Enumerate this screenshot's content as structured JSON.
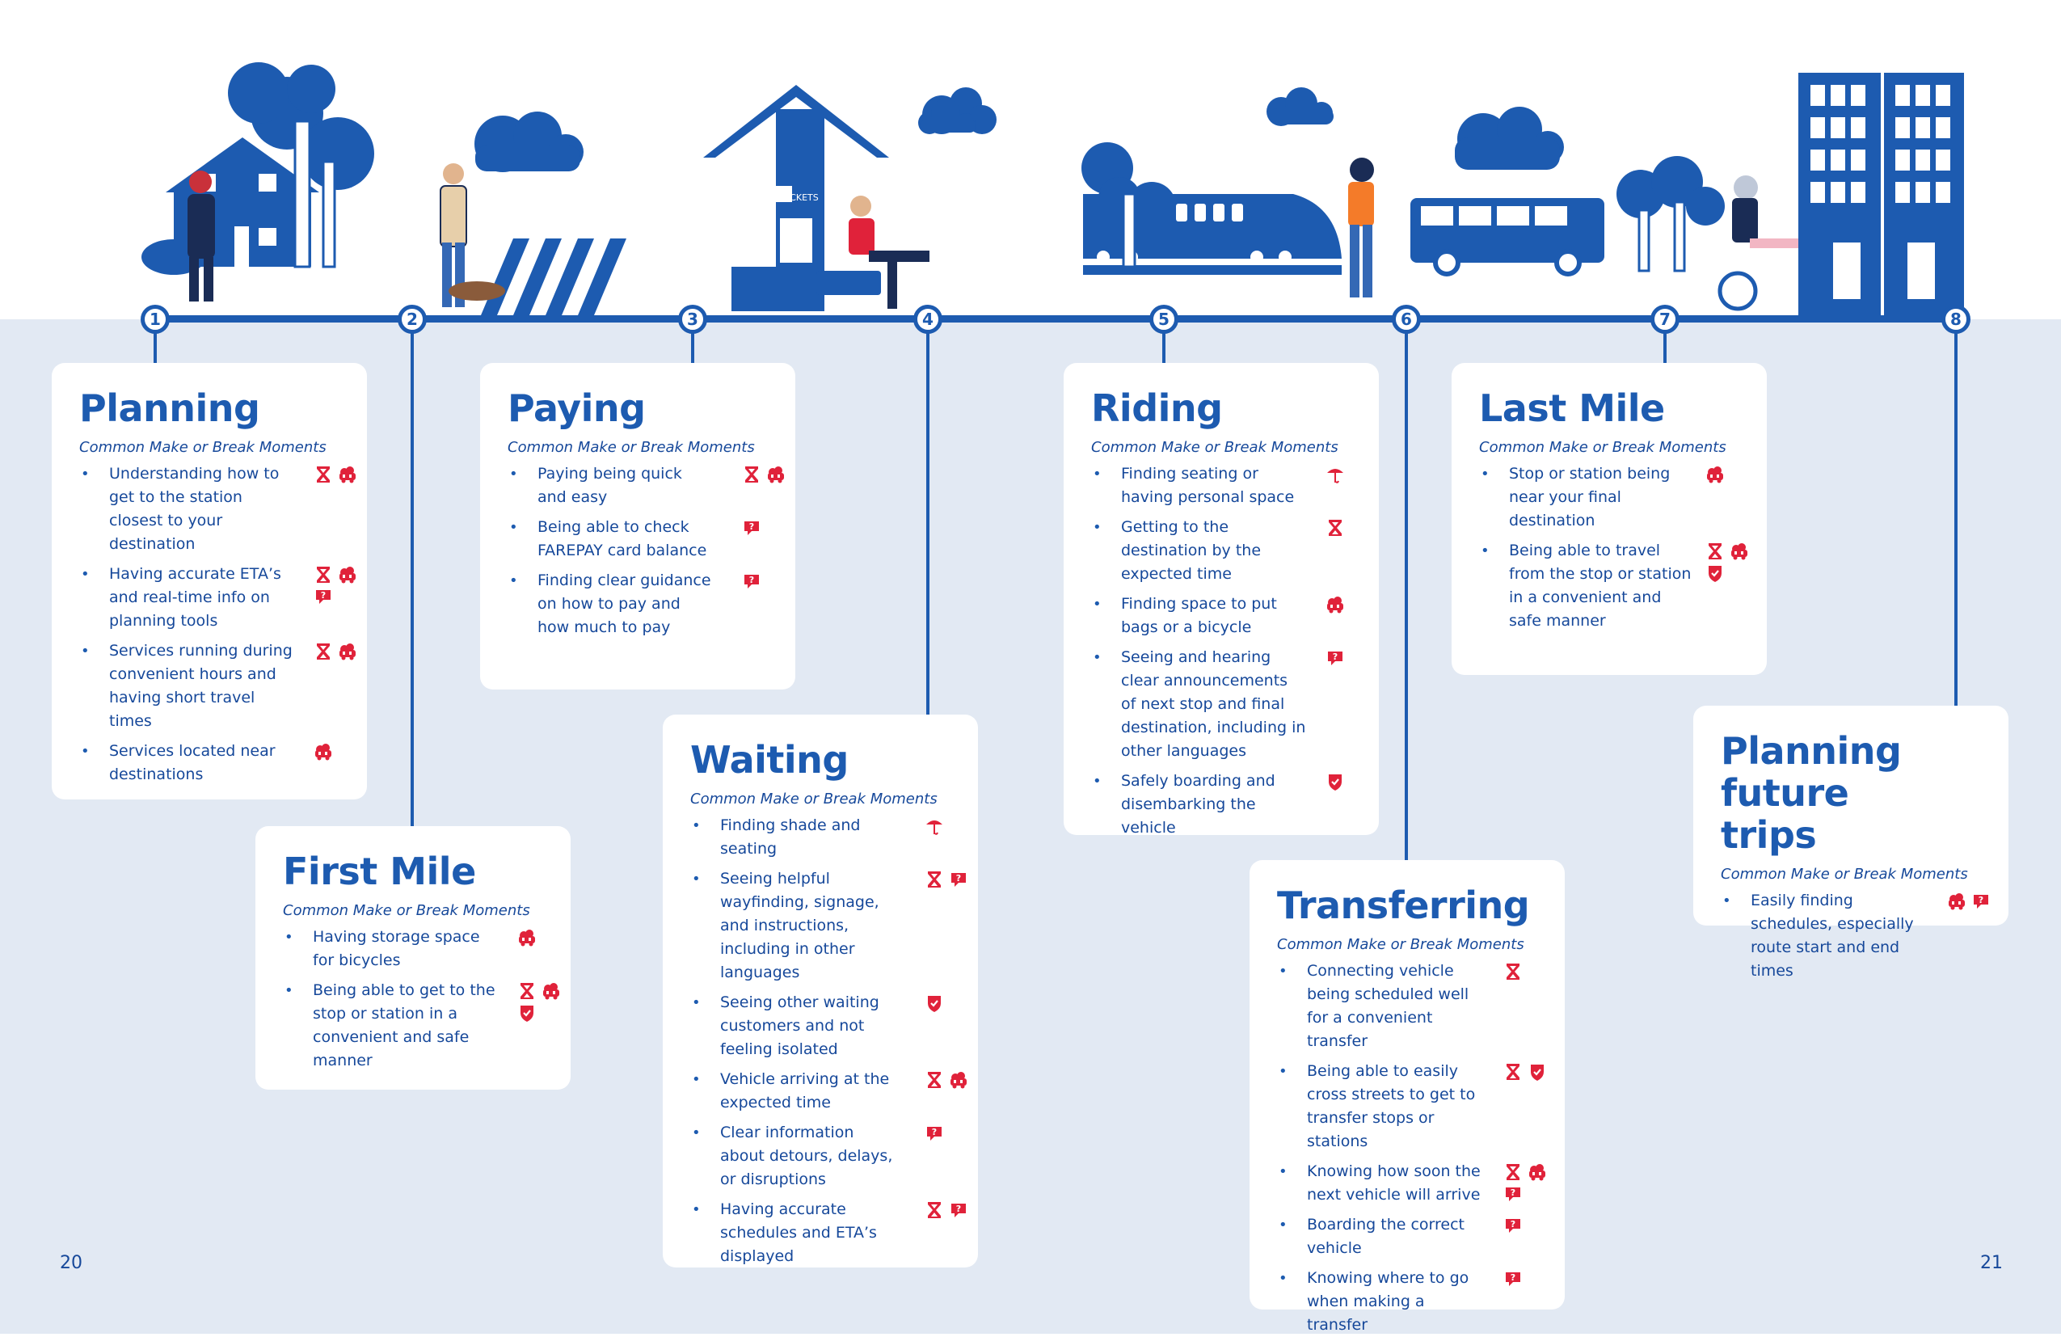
{
  "subtitle": "Common Make or Break Moments",
  "page_numbers": {
    "left": "20",
    "right": "21"
  },
  "ticket_sign": "TICKETS",
  "steps": [
    {
      "number": "1",
      "title": "Planning",
      "items": [
        {
          "text": "Understanding how to get to the station closest to your destination",
          "icons": [
            "time-icon",
            "comfort-icon"
          ]
        },
        {
          "text": "Having accurate ETA’s and real-time info on planning tools",
          "icons": [
            "time-icon",
            "comfort-icon",
            "info-icon"
          ]
        },
        {
          "text": "Services running during convenient hours and having short travel times",
          "icons": [
            "time-icon",
            "comfort-icon"
          ]
        },
        {
          "text": "Services located near destinations",
          "icons": [
            "comfort-icon"
          ]
        }
      ]
    },
    {
      "number": "2",
      "title": "First Mile",
      "items": [
        {
          "text": "Having storage space for bicycles",
          "icons": [
            "comfort-icon"
          ]
        },
        {
          "text": "Being able to get to the stop or station in a convenient and safe manner",
          "icons": [
            "time-icon",
            "comfort-icon",
            "safety-icon"
          ]
        }
      ]
    },
    {
      "number": "3",
      "title": "Paying",
      "items": [
        {
          "text": "Paying being quick and easy",
          "icons": [
            "time-icon",
            "comfort-icon"
          ]
        },
        {
          "text": "Being able to check FAREPAY card balance",
          "icons": [
            "info-icon"
          ]
        },
        {
          "text": "Finding clear guidance on how to pay and how much to pay",
          "icons": [
            "info-icon"
          ]
        }
      ]
    },
    {
      "number": "4",
      "title": "Waiting",
      "items": [
        {
          "text": "Finding shade and seating",
          "icons": [
            "shade-icon"
          ]
        },
        {
          "text": "Seeing helpful wayfinding, signage, and instructions, including in other languages",
          "icons": [
            "time-icon",
            "info-icon"
          ]
        },
        {
          "text": "Seeing other waiting customers and not feeling isolated",
          "icons": [
            "safety-icon"
          ]
        },
        {
          "text": "Vehicle arriving at the expected time",
          "icons": [
            "time-icon",
            "comfort-icon"
          ]
        },
        {
          "text": "Clear information about detours, delays, or disruptions",
          "icons": [
            "info-icon"
          ]
        },
        {
          "text": "Having accurate schedules and ETA’s displayed",
          "icons": [
            "time-icon",
            "info-icon"
          ]
        }
      ]
    },
    {
      "number": "5",
      "title": "Riding",
      "items": [
        {
          "text": "Finding seating or having personal space",
          "icons": [
            "shade-icon"
          ]
        },
        {
          "text": "Getting to the destination by the expected time",
          "icons": [
            "time-icon"
          ]
        },
        {
          "text": "Finding space to put bags or a bicycle",
          "icons": [
            "comfort-icon"
          ]
        },
        {
          "text": "Seeing and hearing clear announcements of next stop and final destination, including in other languages",
          "icons": [
            "info-icon"
          ]
        },
        {
          "text": "Safely boarding and disembarking the vehicle",
          "icons": [
            "safety-icon"
          ]
        }
      ]
    },
    {
      "number": "6",
      "title": "Transferring",
      "items": [
        {
          "text": "Connecting vehicle being scheduled well for a convenient transfer",
          "icons": [
            "time-icon"
          ]
        },
        {
          "text": "Being able to easily cross streets to get to transfer stops or stations",
          "icons": [
            "time-icon",
            "safety-icon"
          ]
        },
        {
          "text": "Knowing how soon the next vehicle will arrive",
          "icons": [
            "time-icon",
            "comfort-icon",
            "info-icon"
          ]
        },
        {
          "text": "Boarding the correct vehicle",
          "icons": [
            "info-icon"
          ]
        },
        {
          "text": "Knowing where to go when making a transfer",
          "icons": [
            "info-icon"
          ]
        }
      ]
    },
    {
      "number": "7",
      "title": "Last Mile",
      "items": [
        {
          "text": "Stop or station being near your final destination",
          "icons": [
            "comfort-icon"
          ]
        },
        {
          "text": "Being able to travel from the stop or station in a convenient and safe manner",
          "icons": [
            "time-icon",
            "comfort-icon",
            "safety-icon"
          ]
        }
      ]
    },
    {
      "number": "8",
      "title": "Planning future trips",
      "items": [
        {
          "text": "Easily finding schedules, especially route start and end times",
          "icons": [
            "comfort-icon",
            "info-icon"
          ]
        }
      ]
    }
  ],
  "colors": {
    "blue": "#1d5bb0",
    "dark_text": "#16489a",
    "icon_red": "#e0223a",
    "panel": "#e2e9f3"
  }
}
